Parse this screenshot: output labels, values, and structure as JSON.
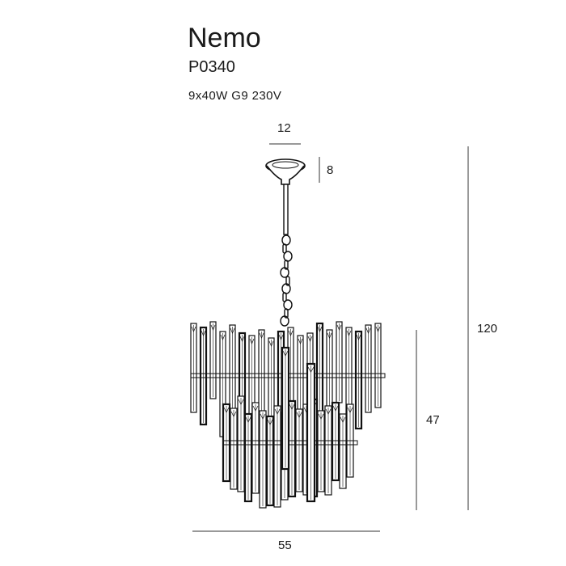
{
  "product": {
    "name": "Nemo",
    "code": "P0340",
    "spec": "9x40W  G9  230V"
  },
  "dimensions": {
    "top_width": "12",
    "canopy_height": "8",
    "total_height": "120",
    "body_height": "47",
    "width": "55"
  }
}
